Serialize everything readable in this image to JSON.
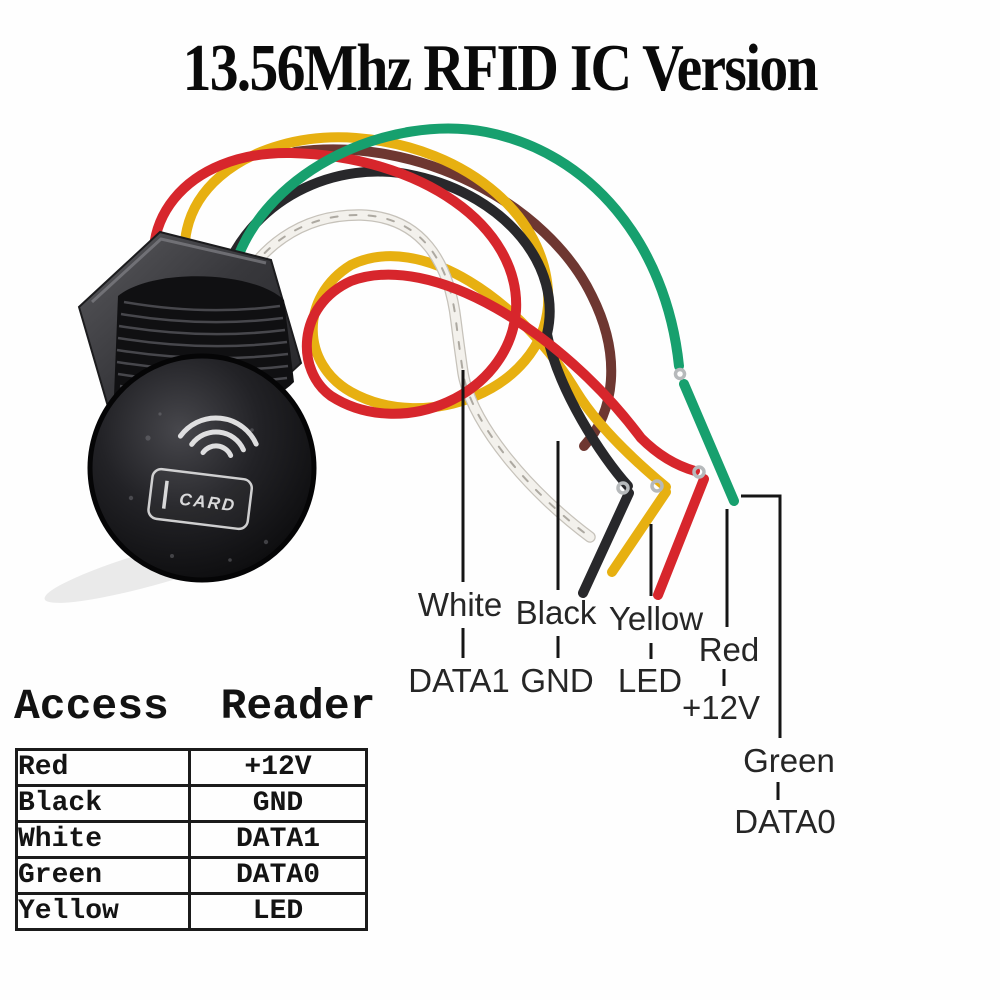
{
  "title": "13.56Mhz RFID IC Version",
  "device": {
    "label": "CARD"
  },
  "callouts": [
    {
      "color": "White",
      "signal": "DATA1"
    },
    {
      "color": "Black",
      "signal": "GND"
    },
    {
      "color": "Yellow",
      "signal": "LED"
    },
    {
      "color": "Red",
      "signal": "+12V"
    },
    {
      "color": "Green",
      "signal": "DATA0"
    }
  ],
  "table": {
    "heading": "Access Reader",
    "rows": [
      {
        "color": "Red",
        "signal": "+12V"
      },
      {
        "color": "Black",
        "signal": "GND"
      },
      {
        "color": "White",
        "signal": "DATA1"
      },
      {
        "color": "Green",
        "signal": "DATA0"
      },
      {
        "color": "Yellow",
        "signal": "LED"
      }
    ]
  },
  "palette": {
    "yellow_wire": "#e7b011",
    "green_wire": "#17a06e",
    "red_wire": "#d7262c",
    "black_wire": "#28282b",
    "white_wire": "#f3f1ec",
    "maroon_wire": "#6e3731",
    "crimp_metal": "#b6b9bb",
    "callout_line": "#151515"
  }
}
